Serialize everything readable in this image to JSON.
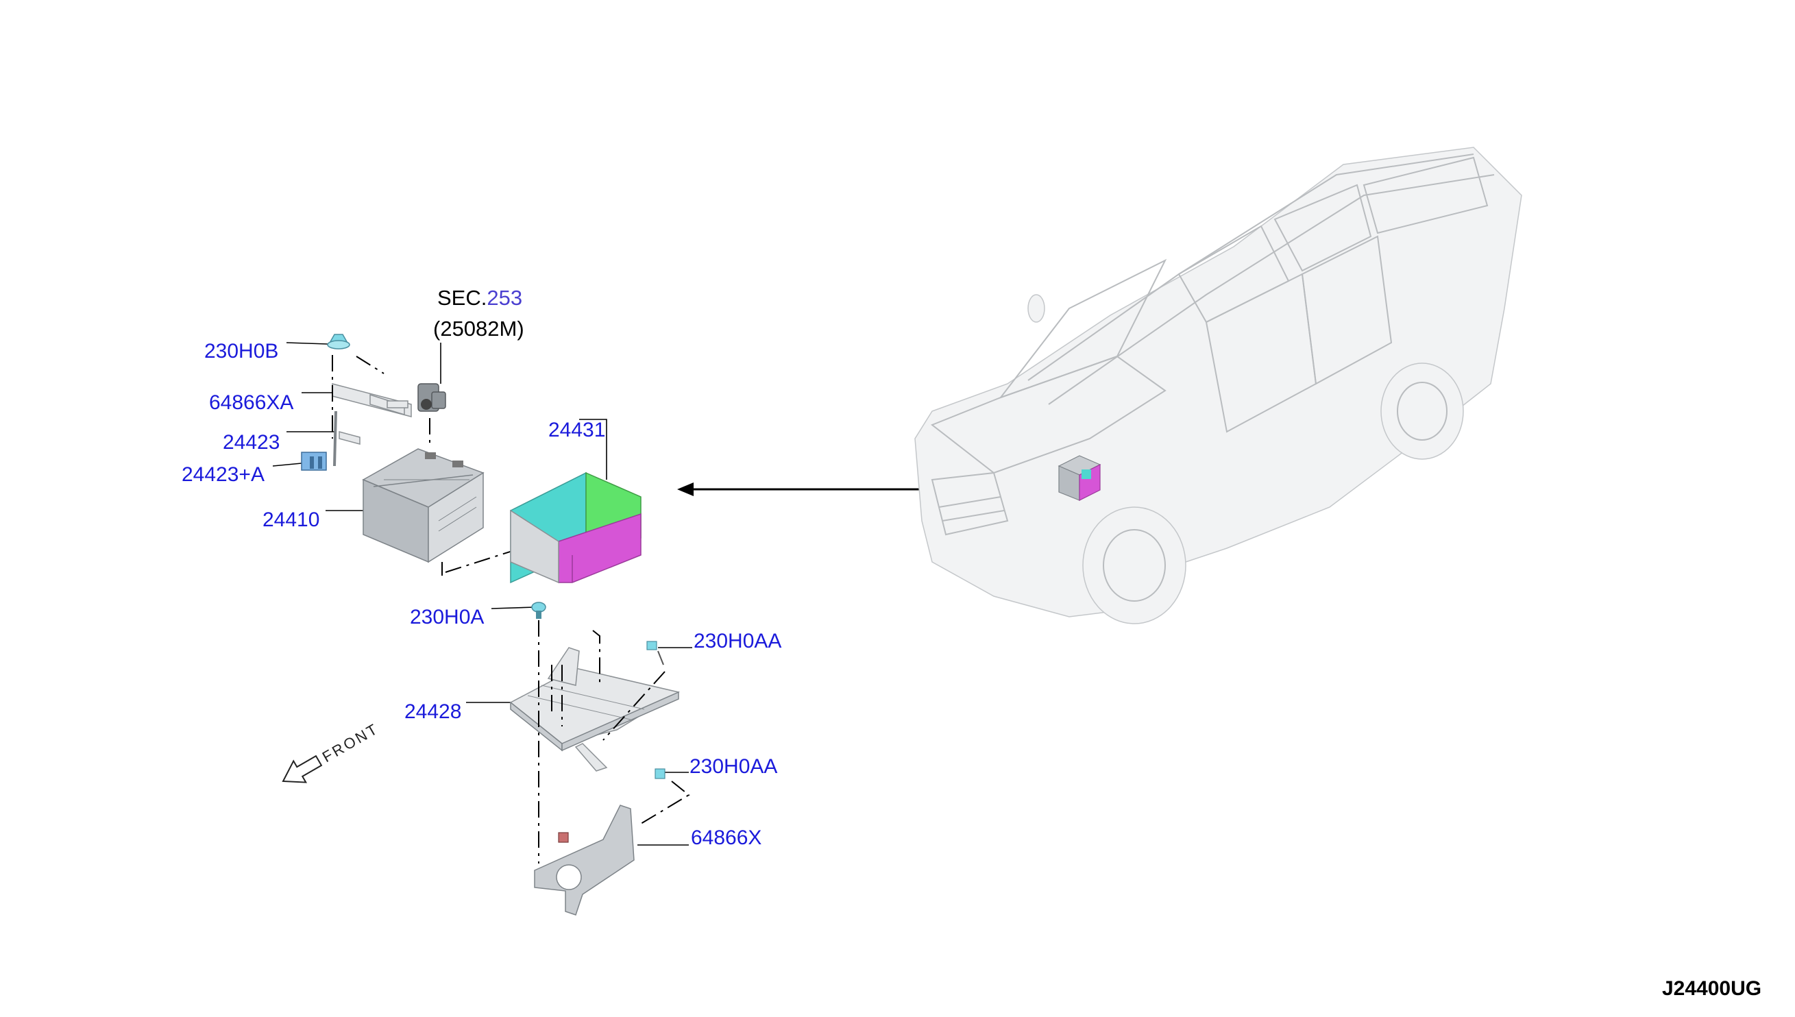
{
  "section_ref": {
    "prefix": "SEC.",
    "number": "253",
    "part": "(25082M)"
  },
  "callouts": {
    "p230H0B": "230H0B",
    "p64866XA": "64866XA",
    "p24423": "24423",
    "p24423A": "24423+A",
    "p24410": "24410",
    "p24431": "24431",
    "p230H0A": "230H0A",
    "p230H0AA_1": "230H0AA",
    "p24428": "24428",
    "p230H0AA_2": "230H0AA",
    "p64866X": "64866X"
  },
  "front_label": "FRONT",
  "figure_code": "J24400UG",
  "colors": {
    "callout_text": "#1a1adb",
    "section_number": "#4a3fd0",
    "tray_cyan": "#4fd6cf",
    "tray_green": "#5fe36a",
    "tray_magenta": "#d655d6"
  }
}
